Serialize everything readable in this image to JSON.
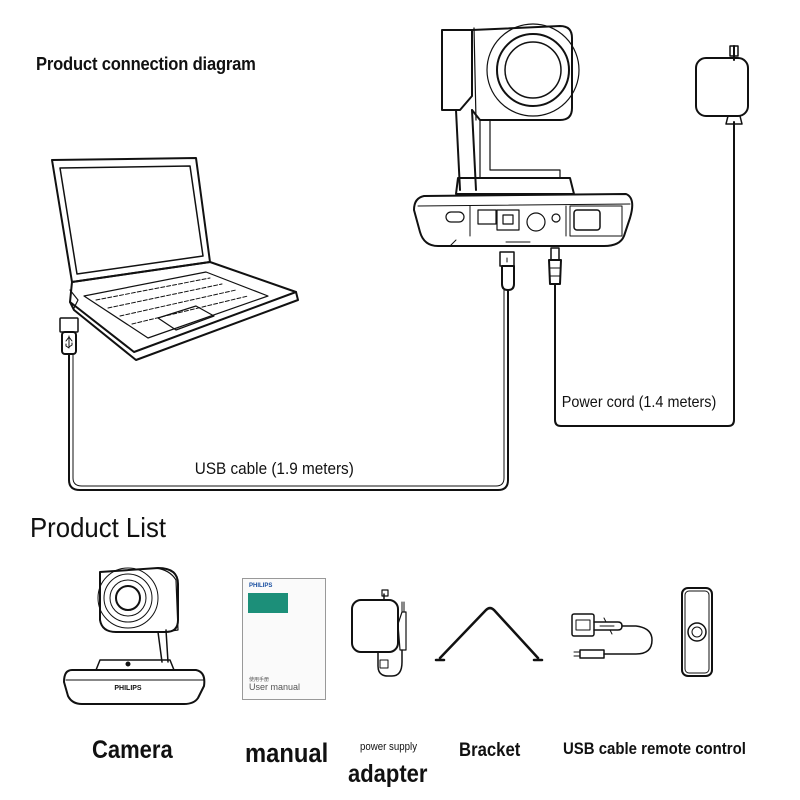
{
  "diagram": {
    "title": "Product connection diagram",
    "power_cord_label": "Power cord (1.4 meters)",
    "usb_cable_label": "USB cable (1.9 meters)"
  },
  "product_list": {
    "heading": "Product List",
    "items": [
      {
        "name": "Camera"
      },
      {
        "name": "manual"
      },
      {
        "name_small": "power supply",
        "name": "adapter"
      },
      {
        "name": "Bracket"
      },
      {
        "name": "USB cable remote control"
      }
    ],
    "manual_cover": {
      "brand": "PHILIPS",
      "cn_text": "使用手册",
      "title": "User manual"
    },
    "camera_brand": "PHILIPS"
  }
}
